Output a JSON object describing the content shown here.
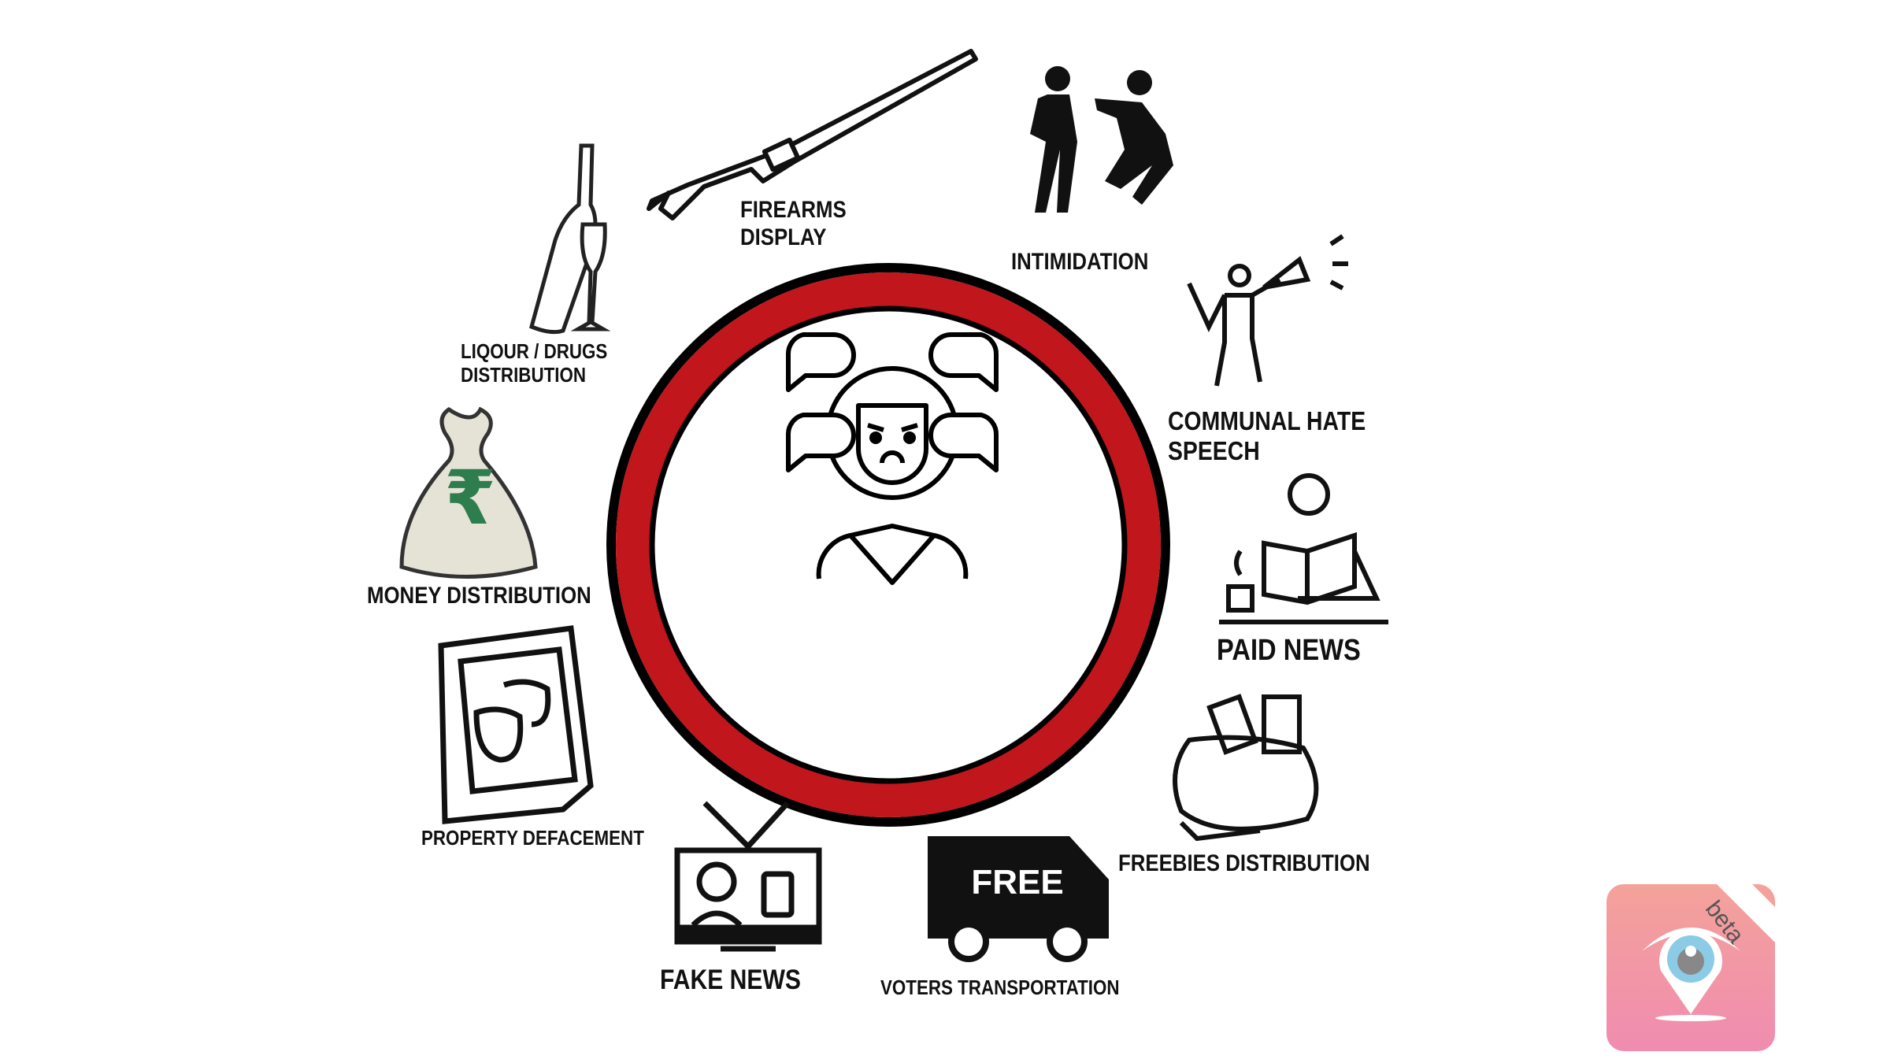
{
  "center": {
    "icon": "angry-person-speech-bubbles-icon",
    "ring_color": "#c0161c"
  },
  "items": [
    {
      "id": "firearms",
      "lines": [
        "FIREARMS",
        "DISPLAY"
      ],
      "icon": "rifle-icon"
    },
    {
      "id": "intimidation",
      "lines": [
        "INTIMIDATION"
      ],
      "icon": "fighting-people-icon"
    },
    {
      "id": "hate",
      "lines": [
        "COMMUNAL HATE",
        "SPEECH"
      ],
      "icon": "megaphone-person-icon"
    },
    {
      "id": "paid",
      "lines": [
        "PAID NEWS"
      ],
      "icon": "reading-newspaper-icon"
    },
    {
      "id": "freebies",
      "lines": [
        "FREEBIES DISTRIBUTION"
      ],
      "icon": "gift-sack-icon"
    },
    {
      "id": "voters",
      "lines": [
        "VOTERS TRANSPORTATION"
      ],
      "icon": "truck-icon",
      "truck_text": "FREE"
    },
    {
      "id": "fake",
      "lines": [
        "FAKE NEWS"
      ],
      "icon": "tv-icon"
    },
    {
      "id": "property",
      "lines": [
        "PROPERTY DEFACEMENT"
      ],
      "icon": "defaced-poster-icon"
    },
    {
      "id": "money",
      "lines": [
        "MONEY DISTRIBUTION"
      ],
      "icon": "money-bag-icon",
      "symbol": "₹"
    },
    {
      "id": "liquor",
      "lines": [
        "LIQOUR / DRUGS",
        "DISTRIBUTION"
      ],
      "icon": "bottle-glass-icon"
    }
  ],
  "app_badge": {
    "text": "beta",
    "icon": "eye-location-pin-icon",
    "colors": [
      "#f4a29a",
      "#f08cb0"
    ]
  }
}
